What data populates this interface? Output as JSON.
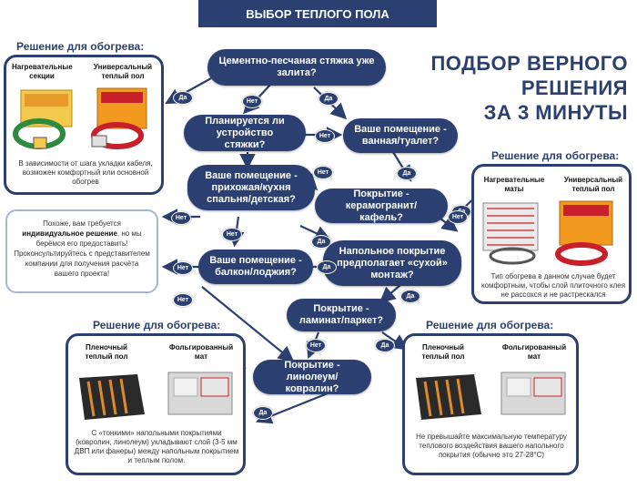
{
  "banner": "ВЫБОР ТЕПЛОГО ПОЛА",
  "big_title": [
    "ПОДБОР ВЕРНОГО",
    "РЕШЕНИЯ",
    "ЗА 3 МИНУТЫ"
  ],
  "questions": {
    "q1": "Цементно-песчаная стяжка уже залита?",
    "q2": "Планируется ли устройство стяжки?",
    "q3": "Ваше помещение - ванная/туалет?",
    "q4": "Ваше помещение - прихожая/кухня спальня/детская?",
    "q5": "Покрытие - керамогранит/кафель?",
    "q6": "Напольное покрытие предполагает «сухой» монтаж?",
    "q7": "Ваше помещение - балкон/лоджия?",
    "q8": "Покрытие - ламинат/паркет?",
    "q9": "Покрытие - линолеум/ковралин?"
  },
  "yes": "Да",
  "no": "Нет",
  "solution_label": "Решение для обогрева:",
  "panel_tl": {
    "cap1": "Нагревательные секции",
    "cap2": "Универсальный теплый пол",
    "text": "В зависимости от шага укладки кабеля, возможен комфортный или основной обогрев"
  },
  "panel_tr": {
    "cap1": "Нагревательные маты",
    "cap2": "Универсальный теплый пол",
    "text": "Тип обогрева в данном случае будет комфортным, чтобы слой плиточного клея не рассохся и не растрескался"
  },
  "panel_bl": {
    "cap1": "Пленочный теплый пол",
    "cap2": "Фольгированный мат",
    "text": "С «тонкими» напольными покрытиями (ковролин, линолеум) укладывают слой (3-5 мм ДВП или фанеры) между напольным покрытием и теплым полом."
  },
  "panel_br": {
    "cap1": "Пленочный теплый пол",
    "cap2": "Фольгированный мат",
    "text": "Не превышайте максимальную температуру теплового воздействия вашего напольного покрытия (обычно это 27-28°C)"
  },
  "info": {
    "l1": "Похоже, вам требуется",
    "bold": "индивидуальное решение",
    "l2": ", но мы берёмся его предоставить! Проконсультируйтесь с представителем компании для получения расчёта вашего проекта!"
  },
  "colors": {
    "navy": "#2b3f70",
    "accent_red": "#c8202a",
    "accent_orange": "#f29a1f"
  }
}
